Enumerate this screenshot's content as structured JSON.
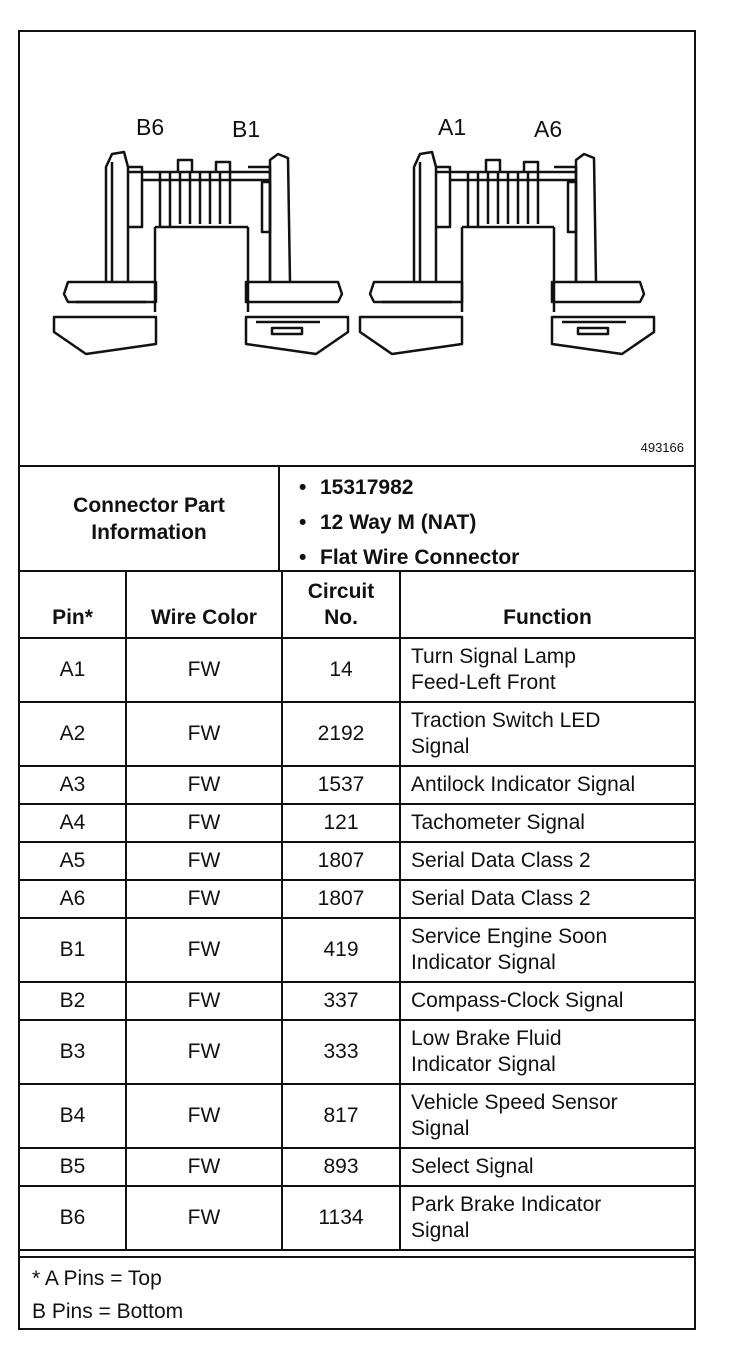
{
  "figure": {
    "labels": [
      "B6",
      "B1",
      "A1",
      "A6"
    ],
    "image_id": "493166"
  },
  "connector_info": {
    "title": "Connector Part Information",
    "items": [
      "15317982",
      "12 Way M (NAT)",
      "Flat Wire Connector"
    ]
  },
  "table": {
    "headers": {
      "pin": "Pin*",
      "wire_color": "Wire Color",
      "circuit_line1": "Circuit",
      "circuit_line2": "No.",
      "function": "Function"
    },
    "rows": [
      {
        "pin": "A1",
        "color": "FW",
        "circuit": "14",
        "function_lines": [
          "Turn Signal Lamp",
          "Feed-Left Front"
        ]
      },
      {
        "pin": "A2",
        "color": "FW",
        "circuit": "2192",
        "function_lines": [
          "Traction Switch LED",
          "Signal"
        ]
      },
      {
        "pin": "A3",
        "color": "FW",
        "circuit": "1537",
        "function_lines": [
          "Antilock Indicator Signal"
        ]
      },
      {
        "pin": "A4",
        "color": "FW",
        "circuit": "121",
        "function_lines": [
          "Tachometer Signal"
        ]
      },
      {
        "pin": "A5",
        "color": "FW",
        "circuit": "1807",
        "function_lines": [
          "Serial Data Class 2"
        ]
      },
      {
        "pin": "A6",
        "color": "FW",
        "circuit": "1807",
        "function_lines": [
          "Serial Data Class 2"
        ]
      },
      {
        "pin": "B1",
        "color": "FW",
        "circuit": "419",
        "function_lines": [
          "Service Engine Soon",
          "Indicator Signal"
        ]
      },
      {
        "pin": "B2",
        "color": "FW",
        "circuit": "337",
        "function_lines": [
          "Compass-Clock Signal"
        ]
      },
      {
        "pin": "B3",
        "color": "FW",
        "circuit": "333",
        "function_lines": [
          "Low Brake Fluid",
          "Indicator Signal"
        ]
      },
      {
        "pin": "B4",
        "color": "FW",
        "circuit": "817",
        "function_lines": [
          "Vehicle Speed Sensor",
          "Signal"
        ]
      },
      {
        "pin": "B5",
        "color": "FW",
        "circuit": "893",
        "function_lines": [
          "Select Signal"
        ]
      },
      {
        "pin": "B6",
        "color": "FW",
        "circuit": "1134",
        "function_lines": [
          "Park Brake Indicator",
          "Signal"
        ]
      }
    ]
  },
  "footnote": {
    "line1": "* A Pins = Top",
    "line2": "B Pins = Bottom"
  }
}
